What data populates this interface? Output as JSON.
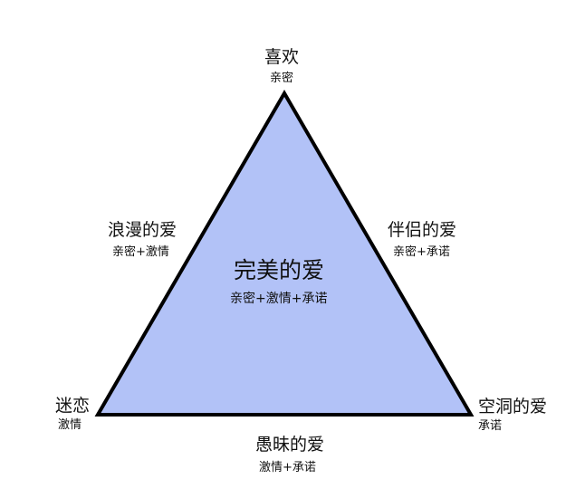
{
  "diagram": {
    "fill_color": "#b2c2f7",
    "stroke_color": "#000000",
    "center": {
      "title": "完美的爱",
      "subtitle": "亲密+激情+承诺"
    },
    "top": {
      "title": "喜欢",
      "subtitle": "亲密"
    },
    "bottom_left": {
      "title": "迷恋",
      "subtitle": "激情"
    },
    "bottom_right": {
      "title": "空洞的爱",
      "subtitle": "承诺"
    },
    "left_edge": {
      "title": "浪漫的爱",
      "subtitle": "亲密+激情"
    },
    "right_edge": {
      "title": "伴侣的爱",
      "subtitle": "亲密+承诺"
    },
    "bottom_edge": {
      "title": "愚昧的爱",
      "subtitle": "激情+承诺"
    }
  }
}
